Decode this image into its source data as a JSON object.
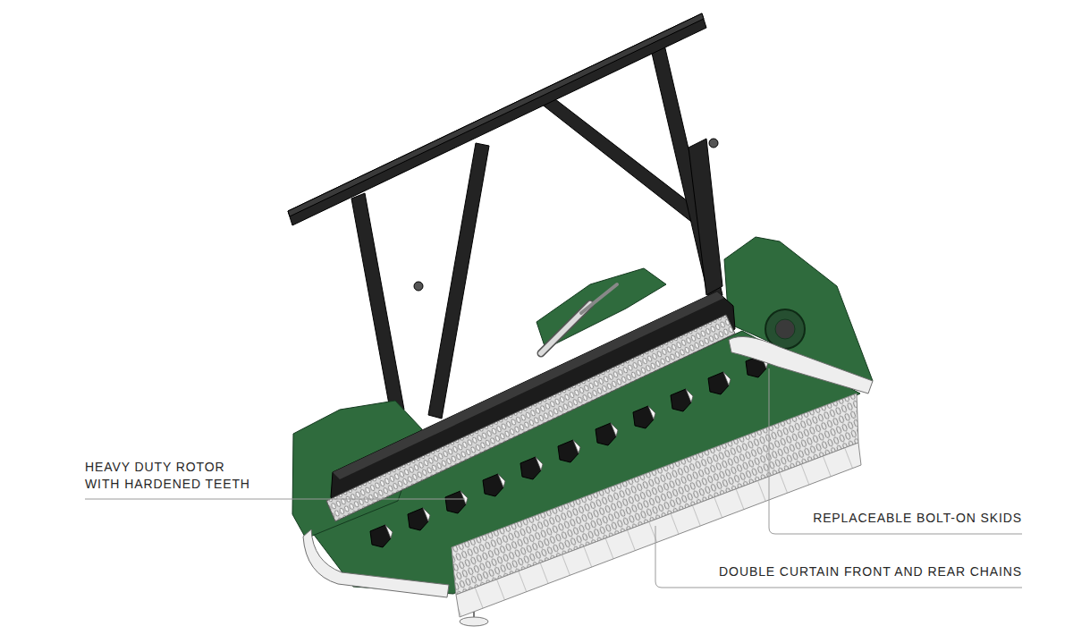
{
  "diagram": {
    "labels": [
      "HEAVY DUTY ROTOR WITH HARDENED TEETH",
      "REPLACEABLE BOLT-ON SKIDS",
      "DOUBLE CURTAIN FRONT AND REAR CHAINS"
    ]
  }
}
